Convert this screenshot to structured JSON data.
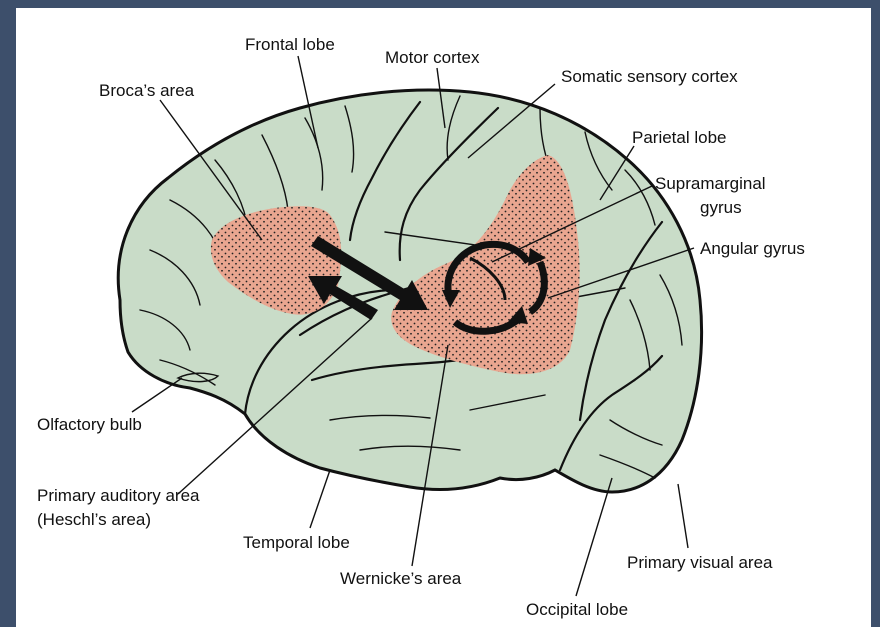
{
  "labels": {
    "frontal_lobe": "Frontal lobe",
    "motor_cortex": "Motor cortex",
    "somatic_sensory_cortex": "Somatic sensory cortex",
    "brocas_area": "Broca’s area",
    "parietal_lobe": "Parietal lobe",
    "supramarginal_line1": "Supramarginal",
    "supramarginal_line2": "gyrus",
    "angular_gyrus": "Angular gyrus",
    "olfactory_bulb": "Olfactory bulb",
    "primary_auditory_line1": "Primary auditory area",
    "primary_auditory_line2": "(Heschl’s area)",
    "temporal_lobe": "Temporal lobe",
    "wernickes_area": "Wernicke’s area",
    "primary_visual_area": "Primary visual area",
    "occipital_lobe": "Occipital lobe"
  },
  "colors": {
    "brain_fill": "#c9dcc8",
    "language_area_fill": "#e9a690",
    "background": "#3d4f6b"
  }
}
